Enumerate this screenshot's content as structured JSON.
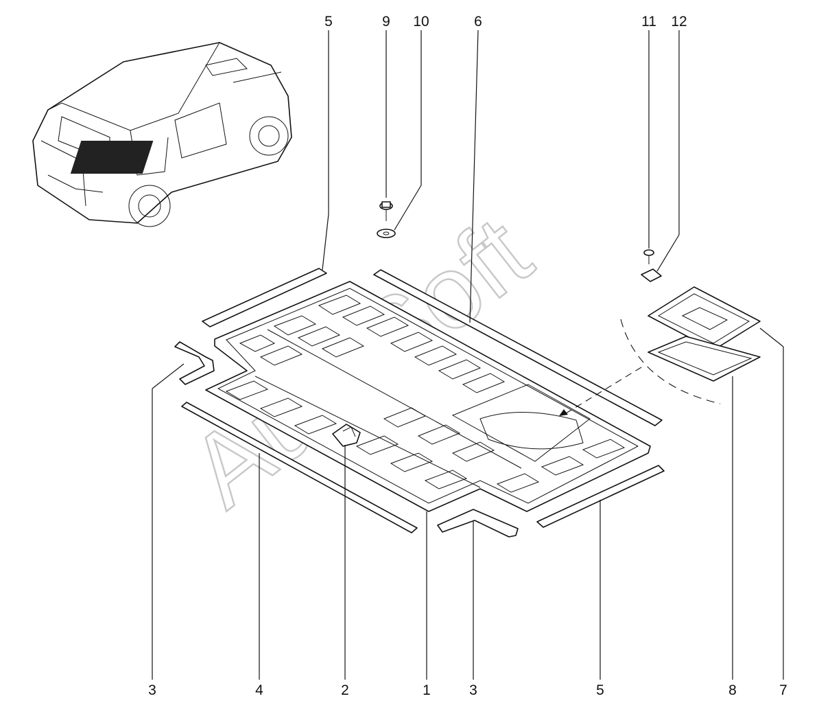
{
  "diagram": {
    "watermark": "AutoSoft",
    "callouts": {
      "top": [
        "5",
        "9",
        "10",
        "6",
        "11",
        "12"
      ],
      "bottom": [
        "3",
        "4",
        "2",
        "1",
        "3",
        "5",
        "8",
        "7"
      ]
    }
  }
}
